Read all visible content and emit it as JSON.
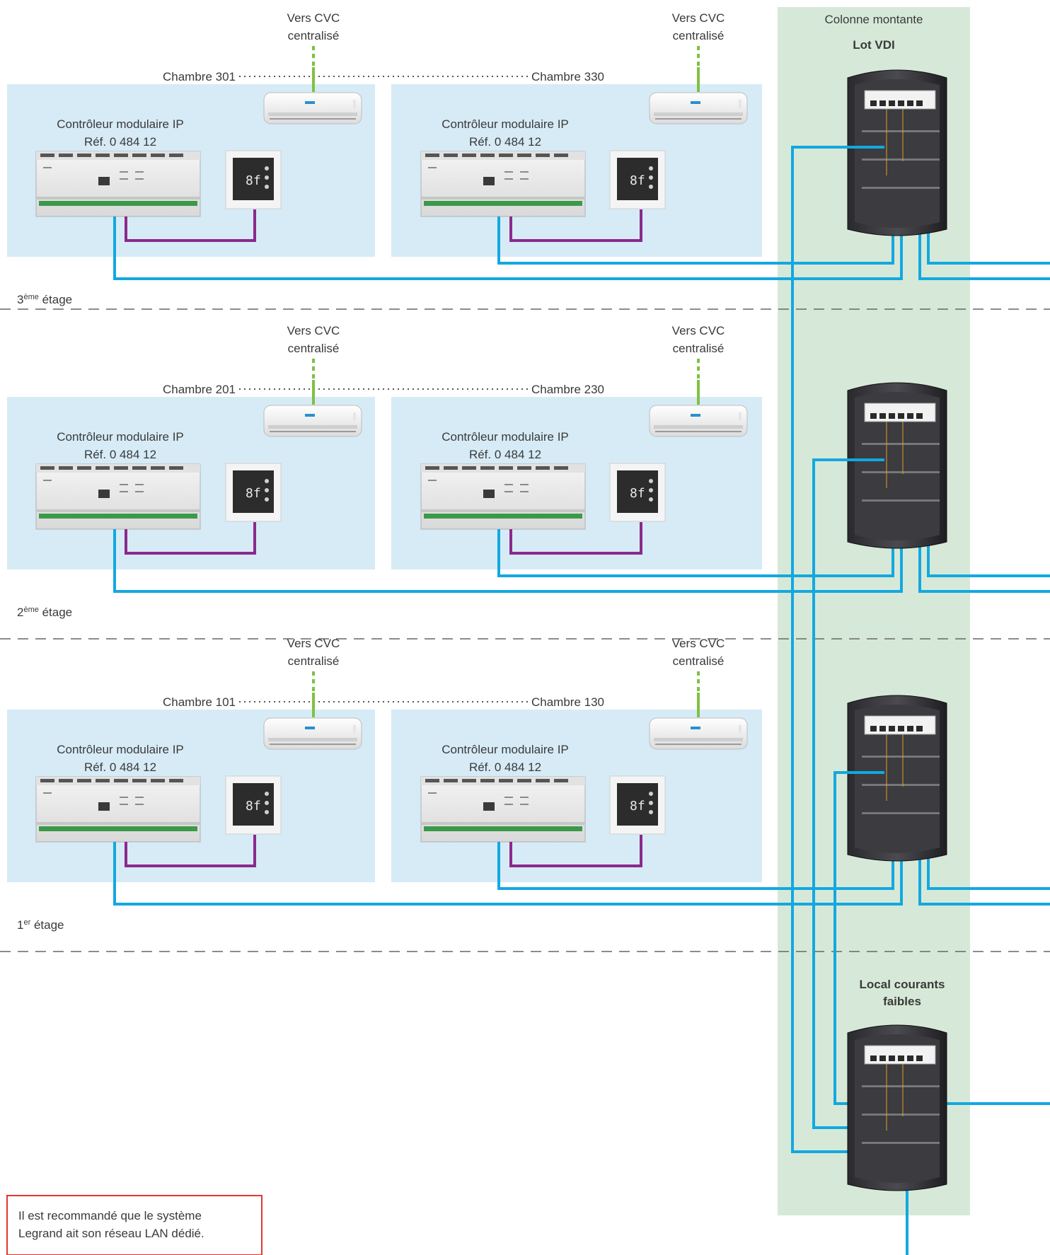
{
  "riser": {
    "title": "Colonne montante",
    "subtitle": "Lot VDI",
    "local_label_1": "Local courants",
    "local_label_2": "faibles"
  },
  "floors": [
    {
      "floor_label": "3",
      "floor_sup": "ème",
      "floor_word": " étage",
      "room_left": "Chambre 301",
      "room_right": "Chambre 330",
      "cvc_1": "Vers CVC",
      "cvc_2": "centralisé",
      "controller_1": "Contrôleur modulaire IP",
      "controller_2": "Réf. 0 484 12"
    },
    {
      "floor_label": "2",
      "floor_sup": "ème",
      "floor_word": " étage",
      "room_left": "Chambre 201",
      "room_right": "Chambre 230",
      "cvc_1": "Vers CVC",
      "cvc_2": "centralisé",
      "controller_1": "Contrôleur modulaire IP",
      "controller_2": "Réf. 0 484 12"
    },
    {
      "floor_label": "1",
      "floor_sup": "er",
      "floor_word": " étage",
      "room_left": "Chambre 101",
      "room_right": "Chambre 130",
      "cvc_1": "Vers CVC",
      "cvc_2": "centralisé",
      "controller_1": "Contrôleur modulaire IP",
      "controller_2": "Réf. 0 484 12"
    }
  ],
  "note": {
    "line1": "Il est recommandé que le système",
    "line2": "Legrand ait son réseau LAN dédié."
  },
  "colors": {
    "room_bg": "#d6ebf6",
    "riser_bg": "#d6e9d8",
    "lan_cable": "#13a8e0",
    "bus_cable": "#8a2a8c",
    "cvc_cable": "#7ec242",
    "note_border": "#e0382f"
  }
}
